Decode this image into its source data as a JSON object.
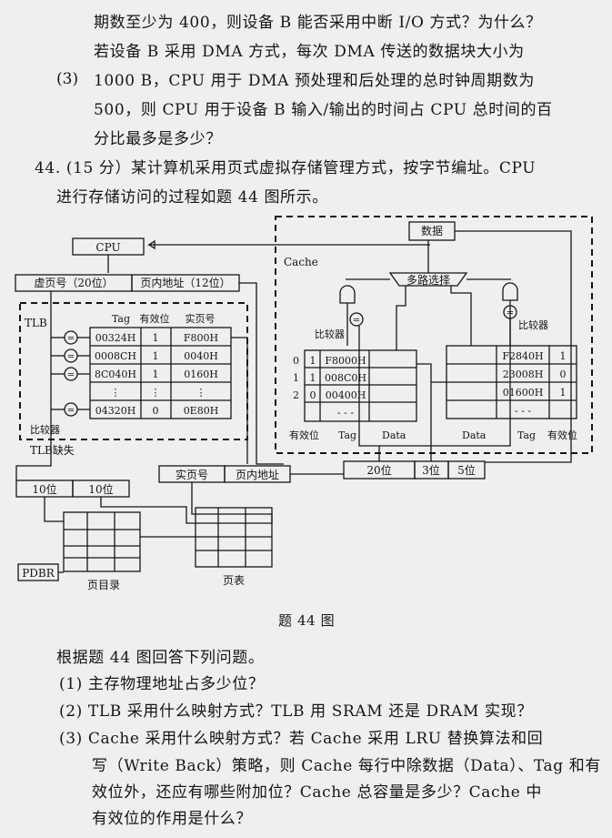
{
  "text": {
    "l1": "期数至少为 400，则设备 B 能否采用中断 I/O 方式？为什么？",
    "q3_num": "(3)",
    "l2": "若设备 B 采用 DMA 方式，每次 DMA 传送的数据块大小为",
    "l3": "1000 B，CPU 用于 DMA 预处理和后处理的总时钟周期数为",
    "l4": "500，则 CPU 用于设备 B 输入/输出的时间占 CPU 总时间的百",
    "l5": "分比最多是多少？",
    "q44_1": "44. (15 分）某计算机采用页式虚拟存储管理方式，按字节编址。CPU",
    "q44_2": "进行存储访问的过程如题 44 图所示。",
    "caption": "题 44 图",
    "intro": "根据题 44 图回答下列问题。",
    "a1": "(1) 主存物理地址占多少位？",
    "a2": "(2) TLB 采用什么映射方式？TLB 用 SRAM 还是 DRAM 实现？",
    "a3_1": "(3) Cache 采用什么映射方式？若 Cache 采用 LRU 替换算法和回",
    "a3_2": "写（Write Back）策略，则 Cache 每行中除数据（Data）、Tag 和有",
    "a3_3": "效位外，还应有哪些附加位？Cache 总容量是多少？Cache 中",
    "a3_4": "有效位的作用是什么？"
  },
  "diagram": {
    "cpu": "CPU",
    "virtual_page": "虚页号（20位）",
    "page_offset": "页内地址（12位）",
    "tlb": "TLB",
    "tlb_headers": [
      "Tag",
      "有效位",
      "实页号"
    ],
    "tlb_rows": [
      [
        "00324H",
        "1",
        "F800H"
      ],
      [
        "0008CH",
        "1",
        "0040H"
      ],
      [
        "8C040H",
        "1",
        "0160H"
      ],
      [
        "⋮",
        "⋮",
        "⋮"
      ],
      [
        "04320H",
        "0",
        "0E80H"
      ]
    ],
    "comparator": "比较器",
    "eq": "=",
    "tlb_miss": "TLB缺失",
    "bits10_a": "10位",
    "bits10_b": "10位",
    "pdbr": "PDBR",
    "page_dir": "页目录",
    "page_table": "页表",
    "real_page": "实页号",
    "real_offset": "页内地址",
    "addr20": "20位",
    "addr3": "3位",
    "addr5": "5位",
    "cache": "Cache",
    "data_out": "数据",
    "mux": "多路选择",
    "cmp_left": "比较器",
    "cmp_right": "比较器",
    "set_index": [
      "0",
      "1",
      "2"
    ],
    "cache_left_rows": [
      [
        "1",
        "F8000H"
      ],
      [
        "1",
        "008C0H"
      ],
      [
        "0",
        "00400H"
      ],
      [
        "",
        "- - -"
      ]
    ],
    "cache_right_rows": [
      [
        "F2840H",
        "1"
      ],
      [
        "23008H",
        "0"
      ],
      [
        "01600H",
        "1"
      ],
      [
        "- - -",
        ""
      ]
    ],
    "left_labels": [
      "有效位",
      "Tag",
      "Data"
    ],
    "right_labels": [
      "Data",
      "Tag",
      "有效位"
    ]
  }
}
